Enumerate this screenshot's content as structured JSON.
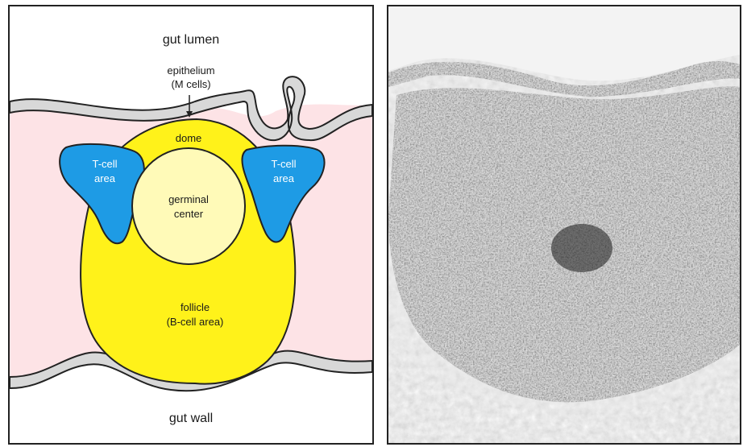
{
  "diagram": {
    "labels": {
      "gut_lumen": "gut  lumen",
      "epithelium_line1": "epithelium",
      "epithelium_line2": "(M cells)",
      "dome": "dome",
      "t_cell_left_line1": "T-cell",
      "t_cell_left_line2": "area",
      "t_cell_right_line1": "T-cell",
      "t_cell_right_line2": "area",
      "germinal_line1": "germinal",
      "germinal_line2": "center",
      "follicle_line1": "follicle",
      "follicle_line2": "(B-cell area)",
      "gut_wall": "gut  wall"
    },
    "colors": {
      "tissue_pink": "#fde3e6",
      "follicle_yellow": "#fff21a",
      "germinal_cream": "#fffab8",
      "t_cell_blue": "#1e9be5",
      "epithelium_grey": "#d8d8d8",
      "outline": "#222222"
    }
  },
  "micrograph": {
    "description_icon": "histology-micrograph"
  }
}
